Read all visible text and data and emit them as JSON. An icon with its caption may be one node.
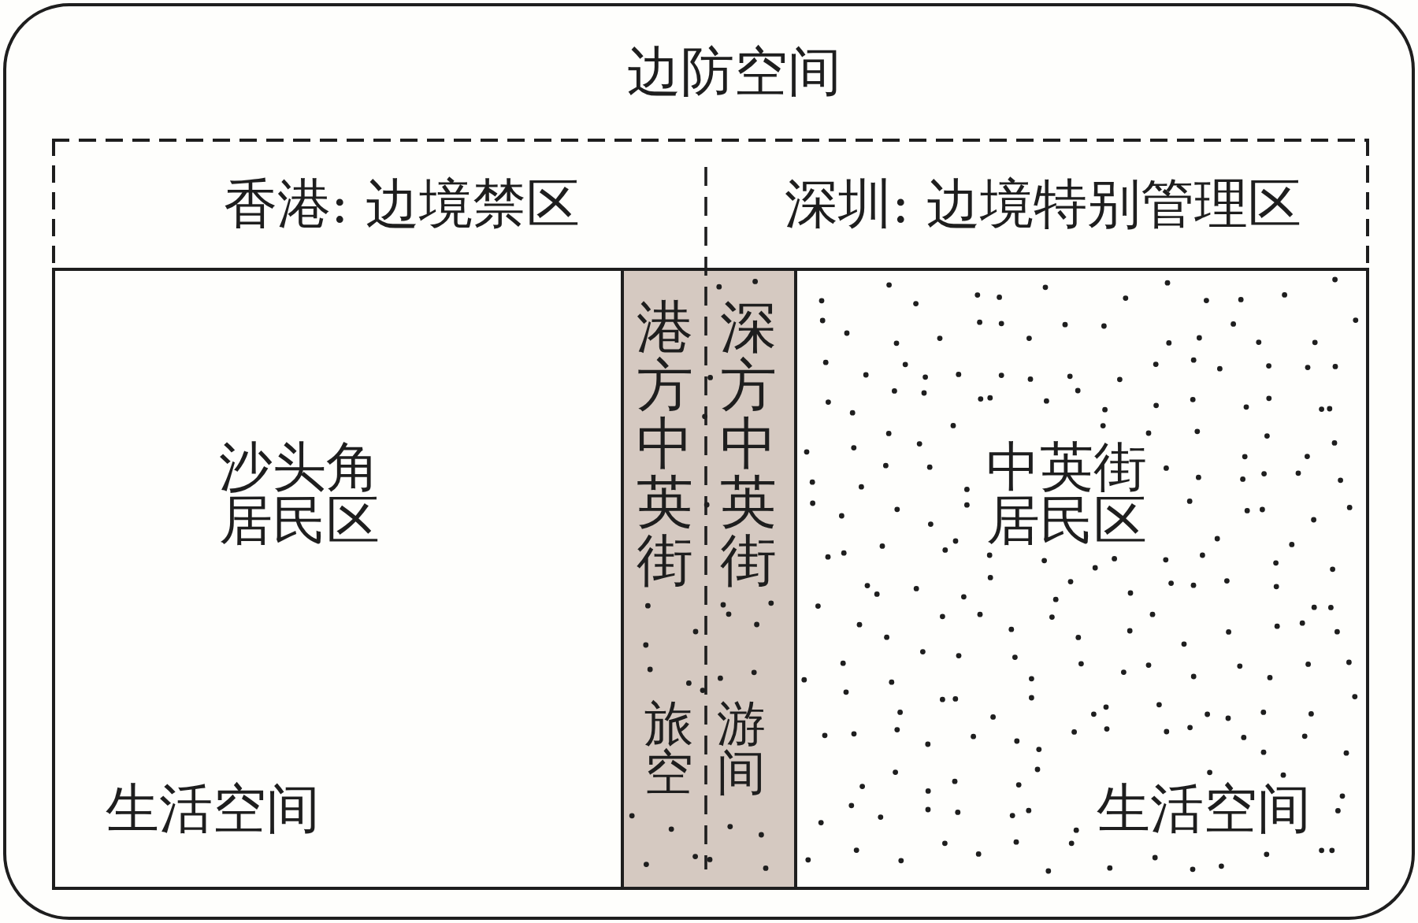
{
  "diagram": {
    "nodes": [
      {
        "text": [
          "边防空间"
        ]
      },
      {
        "text": [
          "香港: 边境禁区",
          "深圳: 边境特别管理区"
        ],
        "in": 0
      },
      {
        "text": [
          "沙头角居民区",
          "生活空间"
        ],
        "in": 0
      },
      {
        "text": [
          "港方中英街",
          "深方中英街",
          "旅游空间"
        ],
        "in": 0
      },
      {
        "text": [
          "中英街居民区",
          "生活空间"
        ],
        "in": 0
      }
    ]
  }
}
